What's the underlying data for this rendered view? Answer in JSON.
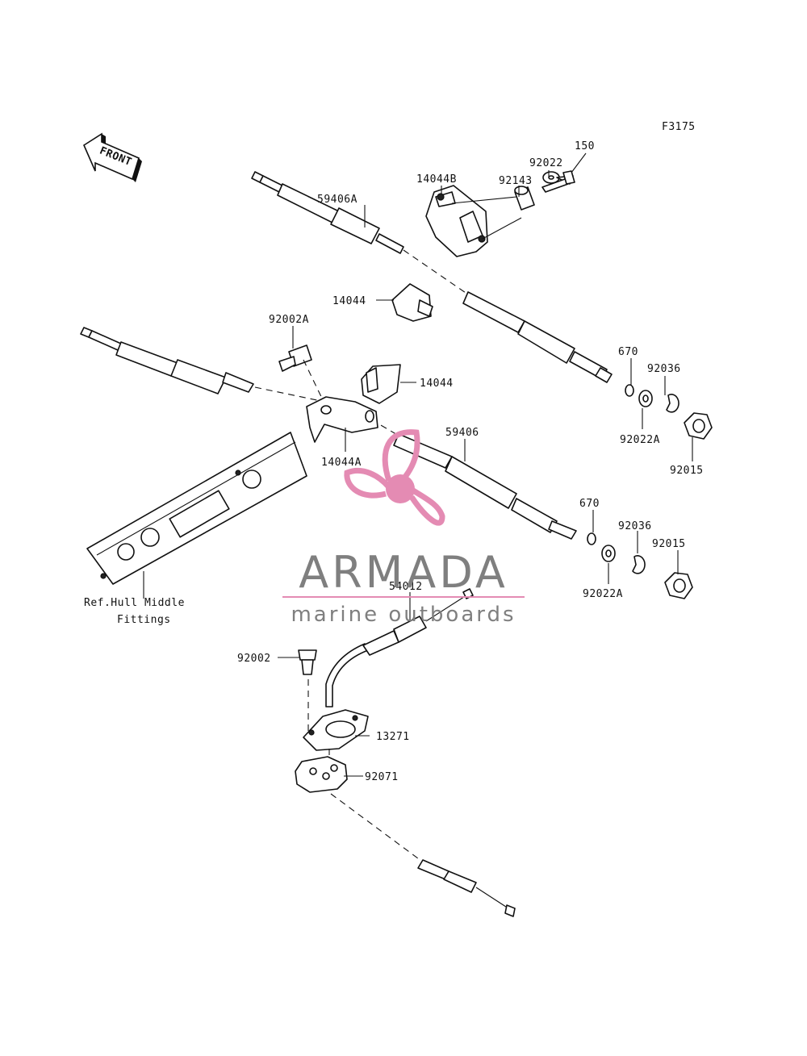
{
  "figure_code": "F3175",
  "front_label": "FRONT",
  "ref_note": [
    "Ref.Hull Middle",
    "Fittings"
  ],
  "callouts": {
    "c150": "150",
    "c92022": "92022",
    "c14044B": "14044B",
    "c92143": "92143",
    "c59406A": "59406A",
    "c14044_top": "14044",
    "c92002A": "92002A",
    "c670_top": "670",
    "c92036_top": "92036",
    "c14044_mid": "14044",
    "c92022A_top": "92022A",
    "c59406": "59406",
    "c14044A": "14044A",
    "c92015_top": "92015",
    "c670_bot": "670",
    "c92036_bot": "92036",
    "c92015_bot": "92015",
    "c92022A_bot": "92022A",
    "c54012": "54012",
    "c92002": "92002",
    "c13271": "13271",
    "c92071": "92071"
  },
  "watermark": {
    "brand": "ARMADA",
    "tagline": "marine outboards",
    "brand_color": "#7f7f7f",
    "logo_color": "#e48bb3"
  }
}
